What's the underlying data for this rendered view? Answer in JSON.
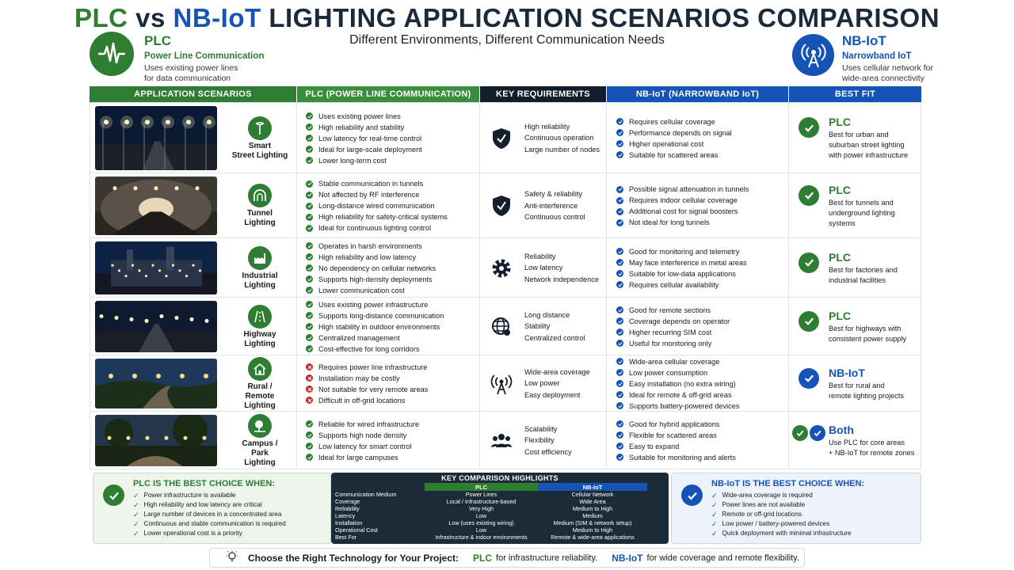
{
  "header": {
    "title_plc": "PLC",
    "title_vs": "vs",
    "title_nb": "NB-IoT",
    "title_rest": "LIGHTING APPLICATION SCENARIOS COMPARISON",
    "subtitle": "Different Environments, Different Communication Needs"
  },
  "plc_info": {
    "name": "PLC",
    "sub": "Power Line Communication",
    "desc1": "Uses existing power lines",
    "desc2": "for data communication"
  },
  "nb_info": {
    "name": "NB-IoT",
    "sub": "Narrowband IoT",
    "desc1": "Uses cellular network for",
    "desc2": "wide-area connectivity"
  },
  "columns": {
    "app": "APPLICATION SCENARIOS",
    "plc": "PLC (POWER LINE COMMUNICATION)",
    "key": "KEY REQUIREMENTS",
    "nb": "NB-IoT (NARROWBAND IoT)",
    "best": "BEST FIT"
  },
  "rows": [
    {
      "scenario": "Smart\nStreet Lighting",
      "plc": [
        "Uses existing power lines",
        "High reliability and stability",
        "Low latency for real-time control",
        "Ideal for large-scale deployment",
        "Lower long-term cost"
      ],
      "key": [
        "High reliability",
        "Continuous operation",
        "Large number of nodes"
      ],
      "nb": [
        "Requires cellular coverage",
        "Performance depends on signal",
        "Higher operational cost",
        "Suitable for scattered areas"
      ],
      "best_title": "PLC",
      "best_desc": [
        "Best for urban and",
        "suburban street lighting",
        "with power infrastructure"
      ]
    },
    {
      "scenario": "Tunnel\nLighting",
      "plc": [
        "Stable communication in tunnels",
        "Not affected by RF interference",
        "Long-distance wired communication",
        "High reliability for safety-critical systems",
        "Ideal for continuous lighting control"
      ],
      "key": [
        "Safety & reliability",
        "Anti-interference",
        "Continuous control"
      ],
      "nb": [
        "Possible signal attenuation in tunnels",
        "Requires indoor cellular coverage",
        "Additional cost for signal boosters",
        "Not ideal for long tunnels"
      ],
      "best_title": "PLC",
      "best_desc": [
        "Best for tunnels and",
        "underground lighting",
        "systems"
      ]
    },
    {
      "scenario": "Industrial\nLighting",
      "plc": [
        "Operates in harsh environments",
        "High reliability and low latency",
        "No dependency on cellular networks",
        "Supports high-density deployments",
        "Lower communication cost"
      ],
      "key": [
        "Reliability",
        "Low latency",
        "Network independence"
      ],
      "nb": [
        "Good for monitoring and telemetry",
        "May face interference in metal areas",
        "Suitable for low-data applications",
        "Requires cellular availability"
      ],
      "best_title": "PLC",
      "best_desc": [
        "Best for factories and",
        "industrial facilities"
      ]
    },
    {
      "scenario": "Highway\nLighting",
      "plc": [
        "Uses existing power infrastructure",
        "Supports long-distance communication",
        "High stability in outdoor environments",
        "Centralized management",
        "Cost-effective for long corridors"
      ],
      "key": [
        "Long distance",
        "Stability",
        "Centralized control"
      ],
      "nb": [
        "Good for remote sections",
        "Coverage depends on operator",
        "Higher recurring SIM cost",
        "Useful for monitoring only"
      ],
      "best_title": "PLC",
      "best_desc": [
        "Best for highways with",
        "consistent power supply"
      ]
    },
    {
      "scenario": "Rural /\nRemote\nLighting",
      "plc": [
        "Requires power line infrastructure",
        "Installation may be costly",
        "Not suitable for very remote areas",
        "Difficult in off-grid locations"
      ],
      "key": [
        "Wide-area coverage",
        "Low power",
        "Easy deployment"
      ],
      "nb": [
        "Wide-area cellular coverage",
        "Low power consumption",
        "Easy installation (no extra wiring)",
        "Ideal for remote & off-grid areas",
        "Supports battery-powered devices"
      ],
      "best_title": "NB-IoT",
      "best_desc": [
        "Best for rural and",
        "remote lighting projects"
      ]
    },
    {
      "scenario": "Campus /\nPark\nLighting",
      "plc": [
        "Reliable for wired infrastructure",
        "Supports high node density",
        "Low latency for smart control",
        "Ideal for large campuses"
      ],
      "key": [
        "Scalability",
        "Flexibility",
        "Cost efficiency"
      ],
      "nb": [
        "Good for hybrid applications",
        "Flexible for scattered areas",
        "Easy to expand",
        "Suitable for monitoring and alerts"
      ],
      "best_title": "Both",
      "best_desc": [
        "Use PLC for core areas",
        "+ NB-IoT for remote zones"
      ]
    }
  ],
  "plc_best": {
    "title": "PLC IS THE BEST CHOICE WHEN:",
    "items": [
      "Power infrastructure is available",
      "High reliability and low latency are critical",
      "Large number of devices in a concentrated area",
      "Continuous and stable communication is required",
      "Lower operational cost is a priority"
    ]
  },
  "key_comparison": {
    "title": "KEY COMPARISON HIGHLIGHTS",
    "col_plc": "PLC",
    "col_nb": "NB-IoT",
    "rows": [
      [
        "Communication Medium",
        "Power Lines",
        "Cellular Network"
      ],
      [
        "Coverage",
        "Local / Infrastructure-based",
        "Wide Area"
      ],
      [
        "Reliability",
        "Very High",
        "Medium to High"
      ],
      [
        "Latency",
        "Low",
        "Medium"
      ],
      [
        "Installation",
        "Low (uses existing wiring)",
        "Medium (SIM & network setup)"
      ],
      [
        "Operational Cost",
        "Low",
        "Medium to High"
      ],
      [
        "Best For",
        "Infrastructure & indoor environments",
        "Remote & wide-area applications"
      ]
    ]
  },
  "nb_best": {
    "title": "NB-IoT IS THE BEST CHOICE WHEN:",
    "items": [
      "Wide-area coverage is required",
      "Power lines are not available",
      "Remote or off-grid locations",
      "Low power / battery-powered devices",
      "Quick deployment with minimal infrastructure"
    ]
  },
  "footer": {
    "lead": "Choose the Right Technology for Your Project:",
    "plc": "PLC",
    "plc_text": "for infrastructure reliability.",
    "nb": "NB-IoT",
    "nb_text": "for wide coverage and remote flexibility."
  },
  "colors": {
    "green": "#2e7d32",
    "blue": "#1553b6",
    "dark": "#111d2b",
    "red": "#c62828"
  }
}
